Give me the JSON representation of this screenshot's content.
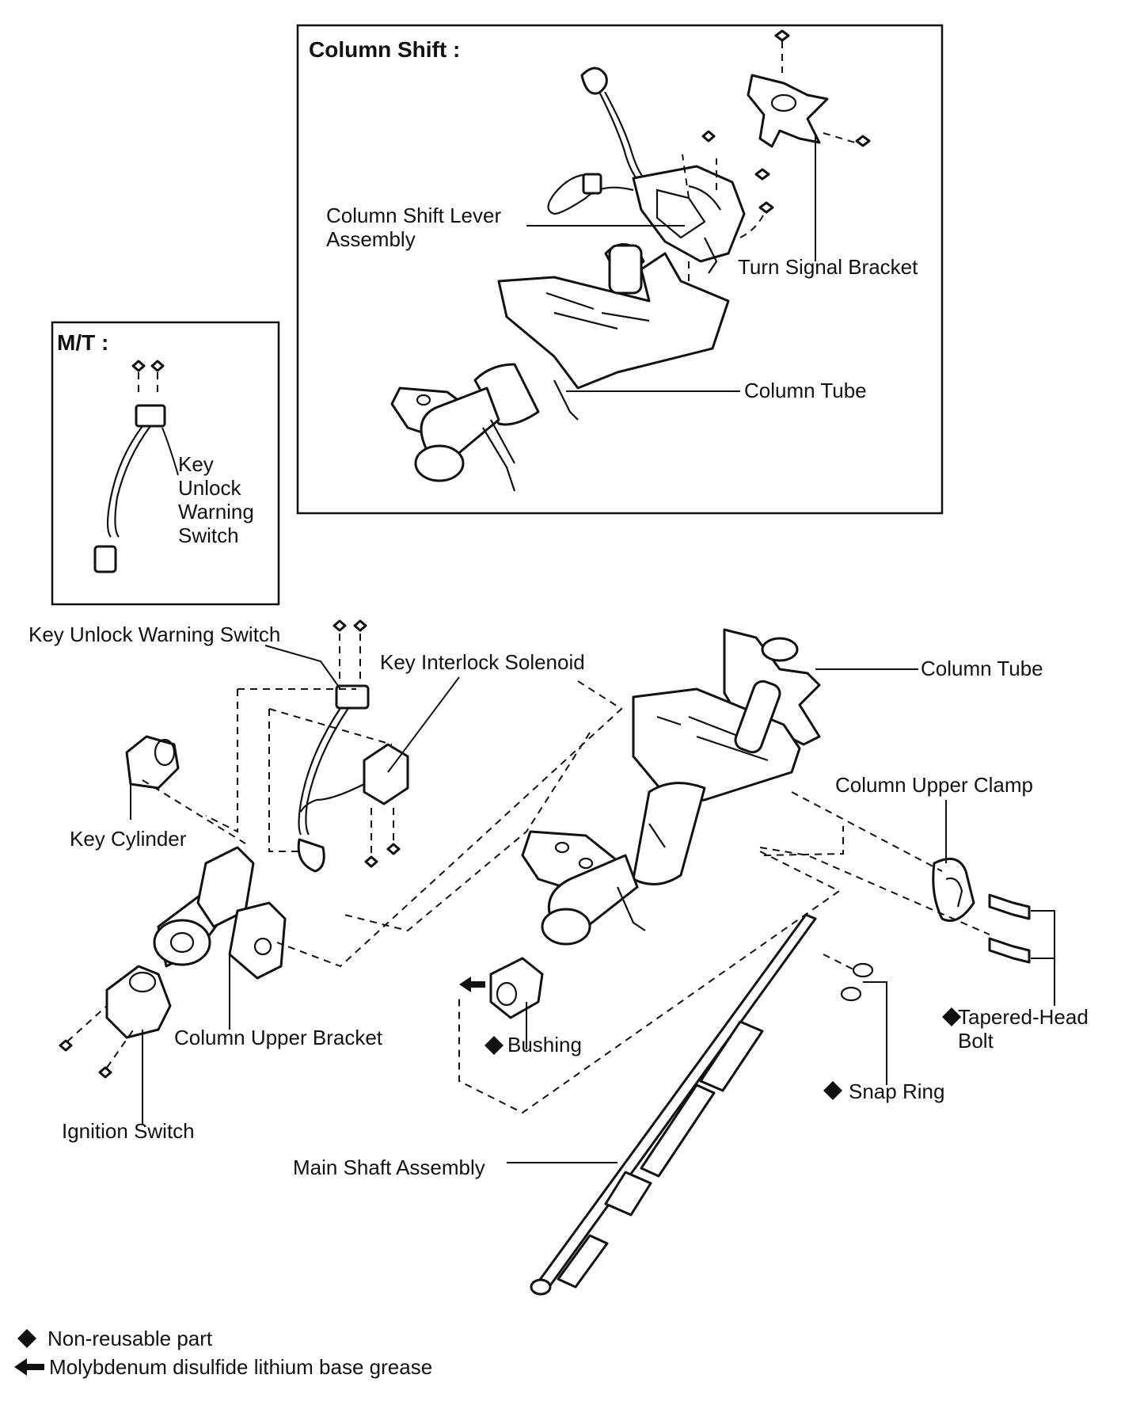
{
  "column_shift": {
    "title": "Column Shift :",
    "shift_lever_line1": "Column Shift Lever",
    "shift_lever_line2": "Assembly",
    "turn_signal_bracket": "Turn Signal Bracket",
    "column_tube": "Column Tube"
  },
  "mt": {
    "title": "M/T :",
    "key_unlock_line1": "Key",
    "key_unlock_line2": "Unlock",
    "key_unlock_line3": "Warning",
    "key_unlock_line4": "Switch"
  },
  "main": {
    "key_unlock_warning_switch": "Key Unlock Warning Switch",
    "key_interlock_solenoid": "Key Interlock Solenoid",
    "column_tube": "Column Tube",
    "column_upper_clamp": "Column Upper Clamp",
    "key_cylinder": "Key Cylinder",
    "tapered_head_bolt_line1": "Tapered-Head",
    "tapered_head_bolt_line2": "Bolt",
    "column_upper_bracket": "Column Upper Bracket",
    "bushing": "Bushing",
    "snap_ring": "Snap Ring",
    "ignition_switch": "Ignition Switch",
    "main_shaft_assembly": "Main Shaft Assembly"
  },
  "legend": {
    "non_reusable": "Non-reusable part",
    "grease": "Molybdenum disulfide lithium base grease"
  }
}
